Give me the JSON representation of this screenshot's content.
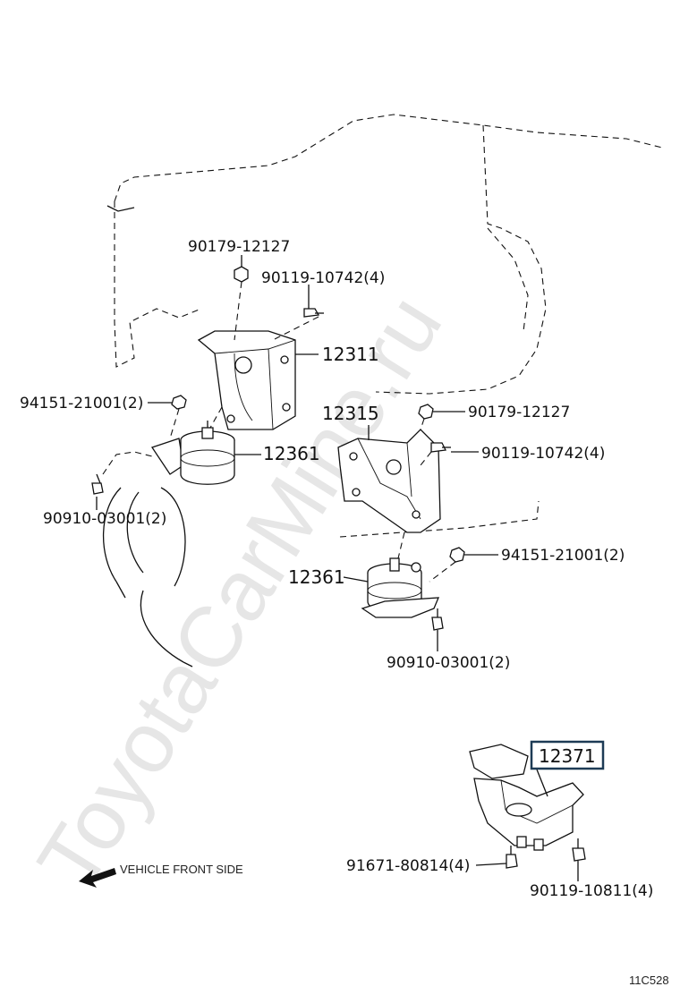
{
  "watermark": "ToyotaCarMine.ru",
  "figure_code": "11C528",
  "direction_label": "VEHICLE FRONT SIDE",
  "callouts": {
    "nut_upper_left": "90179-12127",
    "bolt_upper_left": "90119-10742(4)",
    "bracket_left": "12311",
    "nut_left": "94151-21001(2)",
    "insulator_left": "12361",
    "bolt_left": "90910-03001(2)",
    "bracket_right": "12315",
    "nut_upper_right": "90179-12127",
    "bolt_upper_right": "90119-10742(4)",
    "nut_right": "94151-21001(2)",
    "insulator_right": "12361",
    "bolt_right": "90910-03001(2)",
    "rear_mount": "12371",
    "bolt_rear_left": "91671-80814(4)",
    "bolt_rear_right": "90119-10811(4)"
  }
}
